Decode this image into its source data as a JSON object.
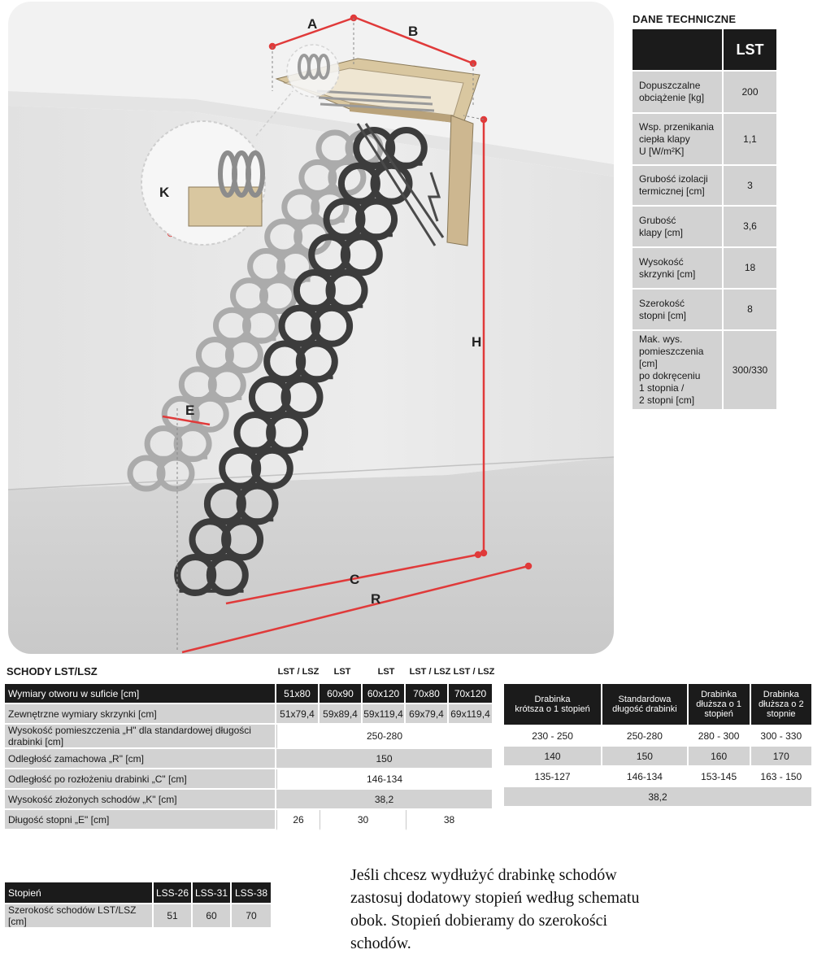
{
  "illustration": {
    "labels": {
      "a": "A",
      "b": "B",
      "k": "K",
      "h": "H",
      "e": "E",
      "c": "C",
      "r": "R"
    },
    "colors": {
      "dimension": "#e03a3a",
      "wall": "#e6e6e6",
      "floor": "#d4d4d4",
      "ladder_dark": "#3b3b3b",
      "ladder_light": "#a9a9a9"
    }
  },
  "tech": {
    "title": "DANE TECHNICZNE",
    "column": "LST",
    "rows": [
      {
        "label": [
          "Dopuszczalne",
          "obciążenie [kg]"
        ],
        "value": "200"
      },
      {
        "label": [
          "Wsp. przenikania",
          "ciepła klapy",
          "U [W/m²K]"
        ],
        "value": "1,1"
      },
      {
        "label": [
          "Grubość izolacji",
          "termicznej [cm]"
        ],
        "value": "3"
      },
      {
        "label": [
          "Grubość",
          "klapy [cm]"
        ],
        "value": "3,6"
      },
      {
        "label": [
          "Wysokość",
          "skrzynki [cm]"
        ],
        "value": "18"
      },
      {
        "label": [
          "Szerokość",
          "stopni [cm]"
        ],
        "value": "8"
      },
      {
        "label": [
          "Mak. wys.",
          "pomieszczenia [cm]",
          "po dokręceniu",
          "1 stopnia /",
          "2 stopni [cm]"
        ],
        "value": "300/330"
      }
    ]
  },
  "main": {
    "title": "SCHODY LST/LSZ",
    "variants": [
      "LST / LSZ",
      "LST",
      "LST",
      "LST / LSZ",
      "LST / LSZ"
    ],
    "rows": [
      {
        "label": "Wymiary otworu w suficie [cm]",
        "cells": [
          "51x80",
          "60x90",
          "60x120",
          "70x80",
          "70x120"
        ]
      },
      {
        "label": "Zewnętrzne wymiary skrzynki [cm]",
        "cells": [
          "51x79,4",
          "59x89,4",
          "59x119,4",
          "69x79,4",
          "69x119,4"
        ]
      },
      {
        "label": "Wysokość pomieszczenia „H\" dla standardowej długości drabinki [cm]",
        "span": "250-280"
      },
      {
        "label": "Odległość zamachowa „R\" [cm]",
        "span": "150"
      },
      {
        "label": "Odległość po rozłożeniu drabinki „C\" [cm]",
        "span": "146-134"
      },
      {
        "label": "Wysokość złożonych schodów „K\" [cm]",
        "span": "38,2"
      },
      {
        "label": "Długość stopni „E\" [cm]",
        "cells": [
          "26",
          "30",
          "38"
        ]
      }
    ]
  },
  "ext": {
    "headers": [
      [
        "Drabinka",
        "krótsza o 1 stopień"
      ],
      [
        "Standardowa",
        "długość drabinki"
      ],
      [
        "Drabinka",
        "dłuższa o 1",
        "stopień"
      ],
      [
        "Drabinka",
        "dłuższa o 2",
        "stopnie"
      ]
    ],
    "rows": [
      [
        "230 - 250",
        "250-280",
        "280 - 300",
        "300 - 330"
      ],
      [
        "140",
        "150",
        "160",
        "170"
      ],
      [
        "135-127",
        "146-134",
        "153-145",
        "163 - 150"
      ]
    ],
    "span_row": "38,2"
  },
  "steps": {
    "header_label": "Stopień",
    "header_values": [
      "LSS-26",
      "LSS-31",
      "LSS-38"
    ],
    "row_label": "Szerokość schodów LST/LSZ [cm]",
    "row_values": [
      "51",
      "60",
      "70"
    ]
  },
  "note": {
    "lines": [
      "Jeśli chcesz wydłużyć drabinkę schodów",
      "zastosuj dodatowy stopień według schematu",
      "obok. Stopień dobieramy do szerokości",
      "schodów."
    ]
  }
}
